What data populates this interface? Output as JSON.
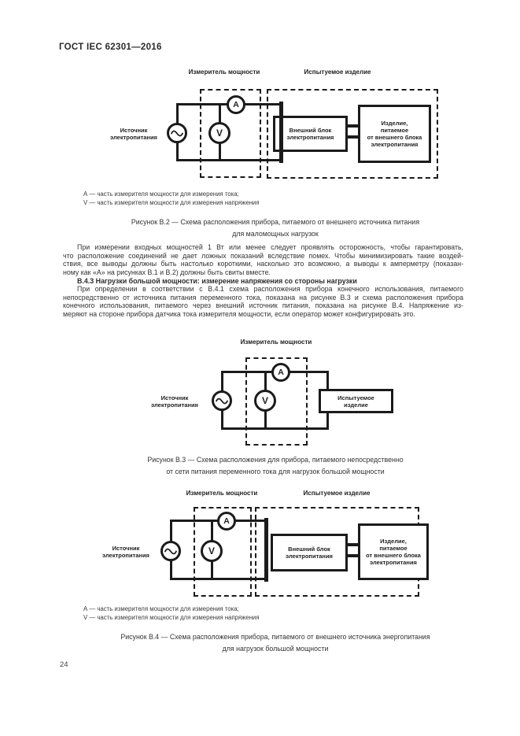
{
  "page": {
    "header": "ГОСТ IEC 62301—2016",
    "page_number": "24"
  },
  "figure_b2": {
    "power_meter_label": "Измеритель мощности",
    "test_item_label": "Испытуемое изделие",
    "source_label": [
      "Источник",
      "электропитания"
    ],
    "ammeter": "A",
    "voltmeter": "V",
    "psu_box": [
      "Внешний блок",
      "электропитания"
    ],
    "product_box": [
      "Изделие,",
      "питаемое",
      "от внешнего блока",
      "электропитания"
    ],
    "legend": [
      "А — часть измерителя мощности для измерения тока;",
      "V — часть измерителя мощности для измерения напряжения"
    ],
    "caption": [
      "Рисунок В.2 — Схема расположения прибора, питаемого от внешнего источника питания",
      "для маломощных нагрузок"
    ]
  },
  "text": {
    "para1_lines": [
      "При измерении входных мощностей 1 Вт или менее следует проявлять осторожность, чтобы гарантировать,",
      "что расположение соединений не дает ложных показаний вследствие помех. Чтобы минимизировать такие воздей-",
      "ствия, все выводы должны быть настолько короткими, насколько это возможно, а выводы к амперметру (показан-",
      "ному как «А» на рисунках В.1 и В.2) должны быть свиты вместе."
    ],
    "heading_b43": "В.4.3 Нагрузки большой мощности: измерение напряжения со стороны нагрузки",
    "para2_lines": [
      "При определении в соответствии с В.4.1 схема расположения прибора конечного использования, питаемого",
      "непосредственно от источника питания переменного тока, показана на рисунке В.3 и схема расположения прибора",
      "конечного использования, питаемого через внешний источник питания, показана на рисунке В.4. Напряжение из-",
      "меряют на стороне прибора датчика тока измерителя мощности, если оператор может конфигурировать это."
    ]
  },
  "figure_b3": {
    "power_meter_label": "Измеритель мощности",
    "source_label": [
      "Источник",
      "электропитания"
    ],
    "ammeter": "A",
    "voltmeter": "V",
    "test_item_box": [
      "Испытуемое",
      "изделие"
    ],
    "caption": [
      "Рисунок В.3 — Схема расположения для прибора, питаемого непосредственно",
      "от сети питания переменного тока для нагрузок большой мощности"
    ]
  },
  "figure_b4": {
    "power_meter_label": "Измеритель мощности",
    "test_item_label": "Испытуемое изделие",
    "source_label": [
      "Источник",
      "электропитания"
    ],
    "ammeter": "A",
    "voltmeter": "V",
    "psu_box": [
      "Внешний блок",
      "электропитания"
    ],
    "product_box": [
      "Изделие,",
      "питаемое",
      "от внешнего блока",
      "электропитания"
    ],
    "legend": [
      "А — часть измерителя мощности для измерения тока;",
      "V — часть измерителя мощности для измерения напряжения"
    ],
    "caption": [
      "Рисунок В.4 — Схема расположения прибора, питаемого от внешнего источника энергопитания",
      "для нагрузок большой мощности"
    ]
  }
}
